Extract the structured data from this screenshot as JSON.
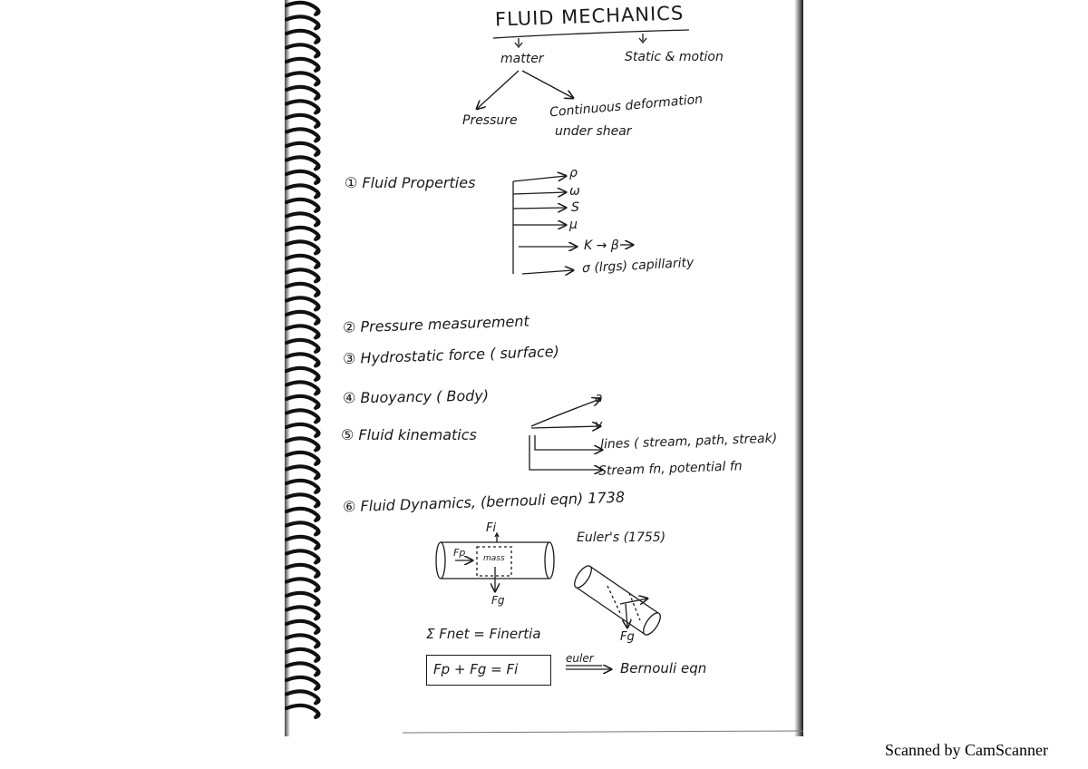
{
  "page": {
    "title": "FLUID MECHANICS",
    "branch_left": "matter",
    "branch_right": "Static & motion",
    "pressure": "Pressure",
    "deformation_1": "Continuous deformation",
    "deformation_2": "under shear"
  },
  "section1": {
    "heading": "① Fluid Properties",
    "items": [
      "ρ",
      "ω",
      "S",
      "μ",
      "K → β",
      "σ (lrgs)  capillarity"
    ]
  },
  "section2": "② Pressure measurement",
  "section3": "③ Hydrostatic force ( surface)",
  "section4": "④ Buoyancy ( Body)",
  "section5": {
    "heading": "⑤   Fluid kinematics",
    "items": [
      "a",
      "v",
      "lines ( stream, path, streak)",
      "Stream fn, potential fn"
    ]
  },
  "section6": {
    "heading": "⑥ Fluid Dynamics, (bernouli eqn) 1738",
    "fi_label": "Fi",
    "fp_label": "Fp",
    "mass_label": "mass",
    "fg_label_1": "Fg",
    "eulers": "Euler's (1755)",
    "fg_label_2": "Fg",
    "sum_eq": "Σ Fnet =  Finertia",
    "box_eq": "Fp + Fg =    Fi",
    "arrow_label": "euler",
    "bernoulli": "Bernouli eqn"
  },
  "footer": {
    "scanner": "Scanned by CamScanner"
  },
  "colors": {
    "ink": "#1a1a1a",
    "binding": "#111111",
    "background": "#ffffff"
  }
}
